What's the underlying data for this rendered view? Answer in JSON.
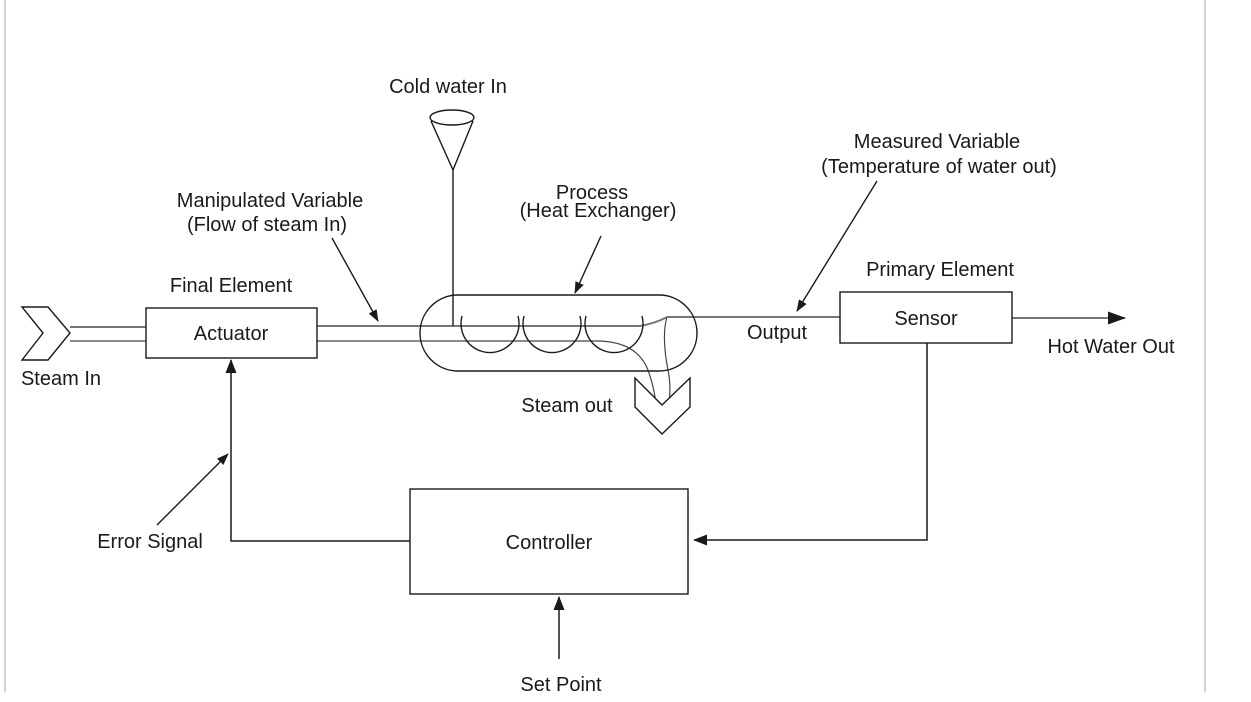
{
  "diagram": {
    "type": "process-control-feedback-loop",
    "labels": {
      "cold_water_in": "Cold water In",
      "manipulated_variable_line1": "Manipulated Variable",
      "manipulated_variable_line2": "(Flow of steam In)",
      "process_line1": "Process",
      "process_line2": "(Heat Exchanger)",
      "measured_variable_line1": "Measured Variable",
      "measured_variable_line2": "(Temperature of water out)",
      "final_element": "Final Element",
      "primary_element": "Primary Element",
      "actuator": "Actuator",
      "sensor": "Sensor",
      "controller": "Controller",
      "steam_in": "Steam In",
      "steam_out": "Steam out",
      "output": "Output",
      "hot_water_out": "Hot Water Out",
      "error_signal": "Error Signal",
      "set_point": "Set Point"
    },
    "colors": {
      "line": "#1a1a1a",
      "pipe": "#777777",
      "pipe-edge": "#444444",
      "border": "#c6c6c6",
      "bg": "#ffffff",
      "text": "#1a1a1a"
    }
  }
}
